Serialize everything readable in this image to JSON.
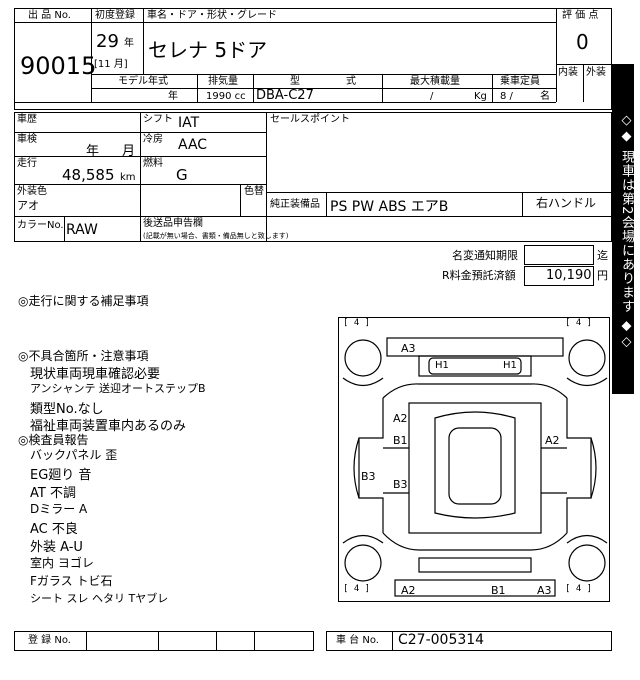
{
  "header": {
    "lot_label": "出 品 No.",
    "lot_number": "90015",
    "first_reg_label": "初度登録",
    "first_reg_year": "29",
    "year_unit": "年",
    "first_reg_month": "[11 月]",
    "car_name_label": "車名・ドア・形状・グレード",
    "car_name": "セレナ 5ドア",
    "grade_label": "評 価 点",
    "grade_value": "0",
    "interior_label": "内装",
    "exterior_label": "外装",
    "model_year_label": "モデル年式",
    "model_year_unit": "年",
    "displacement_label": "排気量",
    "displacement": "1990 cc",
    "type_label": "型",
    "type_label2": "式",
    "type_value": "DBA-C27",
    "max_load_label": "最大積載量",
    "max_load_slash": "/",
    "max_load_unit": "Kg",
    "capacity_label": "乗車定員",
    "capacity_value": "8 /",
    "capacity_unit": "名"
  },
  "specs": {
    "history_label": "車歴",
    "shift_label": "シフト",
    "shift_value": "IAT",
    "inspection_label": "車検",
    "inspection_year": "年",
    "inspection_month": "月",
    "ac_label": "冷房",
    "ac_value": "AAC",
    "mileage_label": "走行",
    "mileage_value": "48,585",
    "mileage_unit": "km",
    "fuel_label": "燃料",
    "fuel_value": "G",
    "ext_color_label": "外装色",
    "ext_color_value": "アオ",
    "color_change_label": "色替",
    "color_no_label": "カラーNo.",
    "color_no_value": "RAW",
    "aftermarket_label": "後送品申告欄",
    "aftermarket_note": "(記載が無い場合、書類・備品無しと致します)",
    "sales_point_label": "セールスポイント",
    "equipment_label": "純正装備品",
    "equipment_value": "PS PW ABS エアB",
    "steering_value": "右ハンドル",
    "name_change_label": "名変通知期限",
    "name_change_unit": "迄",
    "recycle_label": "R料金預託済額",
    "recycle_value": "10,190",
    "recycle_unit": "円"
  },
  "sidebar_text": "◇◆ 現車は第2会場にあります ◆◇",
  "notes": {
    "supplement_title": "◎走行に関する補足事項",
    "defects_title": "◎不具合箇所・注意事項",
    "defects": [
      "現状車両現車確認必要",
      "アンシャンテ 送迎オートステップB",
      "類型No.なし",
      "福祉車両装置車内あるのみ"
    ],
    "inspector_title": "◎検査員報告",
    "inspector": [
      "バックパネル 歪",
      "EG廻り 音",
      "AT 不調",
      "Dミラー A",
      "AC 不良",
      "外装 A-U",
      "室内 ヨゴレ",
      "Fガラス トビ石",
      "シート スレ ヘタリ Tヤブレ"
    ]
  },
  "diagram": {
    "tire_tl": "[ 4 ]",
    "tire_tr": "[ 4 ]",
    "tire_bl": "[ 4 ]",
    "tire_br": "[ 4 ]",
    "marks": [
      "A3",
      "H1",
      "H1",
      "A2",
      "B1",
      "A2",
      "B3",
      "B3",
      "A2",
      "B1",
      "A3"
    ]
  },
  "footer": {
    "reg_no_label": "登 録 No.",
    "chassis_label": "車 台 No.",
    "chassis_value": "C27-005314"
  }
}
